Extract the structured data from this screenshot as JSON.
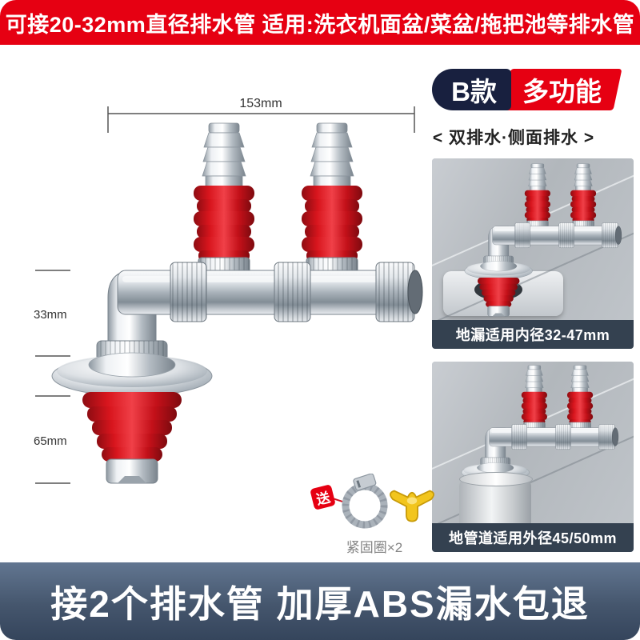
{
  "top_banner": {
    "text": "可接20-32mm直径排水管 适用:洗衣机面盆/菜盆/拖把池等排水管"
  },
  "badge": {
    "model": "B款",
    "feature": "多功能"
  },
  "subtitle": "< 双排水·侧面排水 >",
  "dimensions": {
    "width": "153mm",
    "upper_height": "33mm",
    "lower_height": "65mm"
  },
  "side_panels": [
    {
      "caption": "地漏适用内径32-47mm"
    },
    {
      "caption": "地管道适用外径45/50mm"
    }
  ],
  "gift": {
    "tag": "送",
    "caption": "紧固圈×2",
    "items": [
      "hose-clamp",
      "wing-nut"
    ]
  },
  "bottom_banner": {
    "text": "接2个排水管 加厚ABS漏水包退"
  },
  "colors": {
    "brand_red": "#e60012",
    "badge_navy": "#18203f",
    "caption_bar": "#2c3a4a",
    "banner_slate": "#45566d",
    "connector_red": "#d8151d",
    "chrome": "#b4bcc3"
  }
}
